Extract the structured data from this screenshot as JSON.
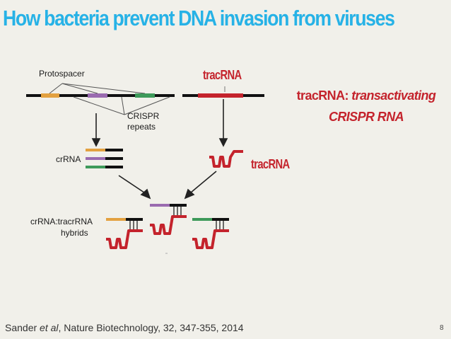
{
  "title": "How bacteria prevent DNA invasion from viruses",
  "labels": {
    "protospacer": "Protospacer",
    "crispr_repeats_line1": "CRISPR",
    "crispr_repeats_line2": "repeats",
    "tracrna_top": "tracRNA",
    "tracrna_side": "tracRNA",
    "crrna": "crRNA",
    "hybrids_line1": "crRNA:tracrRNA",
    "hybrids_line2": "hybrids"
  },
  "definition": {
    "term": "tracRNA:",
    "meaning_part1": "transactivating",
    "meaning_part2": "CRISPR RNA"
  },
  "citation": {
    "authors": "Sander",
    "et_al": "et al",
    "rest": ", Nature Biotechnology, 32, 347-355, 2014"
  },
  "page_number": "8",
  "colors": {
    "title": "#27b2e6",
    "red": "#c4232c",
    "orange": "#e3a140",
    "purple": "#9a6bb0",
    "green": "#3e9a5a",
    "black": "#111111"
  }
}
